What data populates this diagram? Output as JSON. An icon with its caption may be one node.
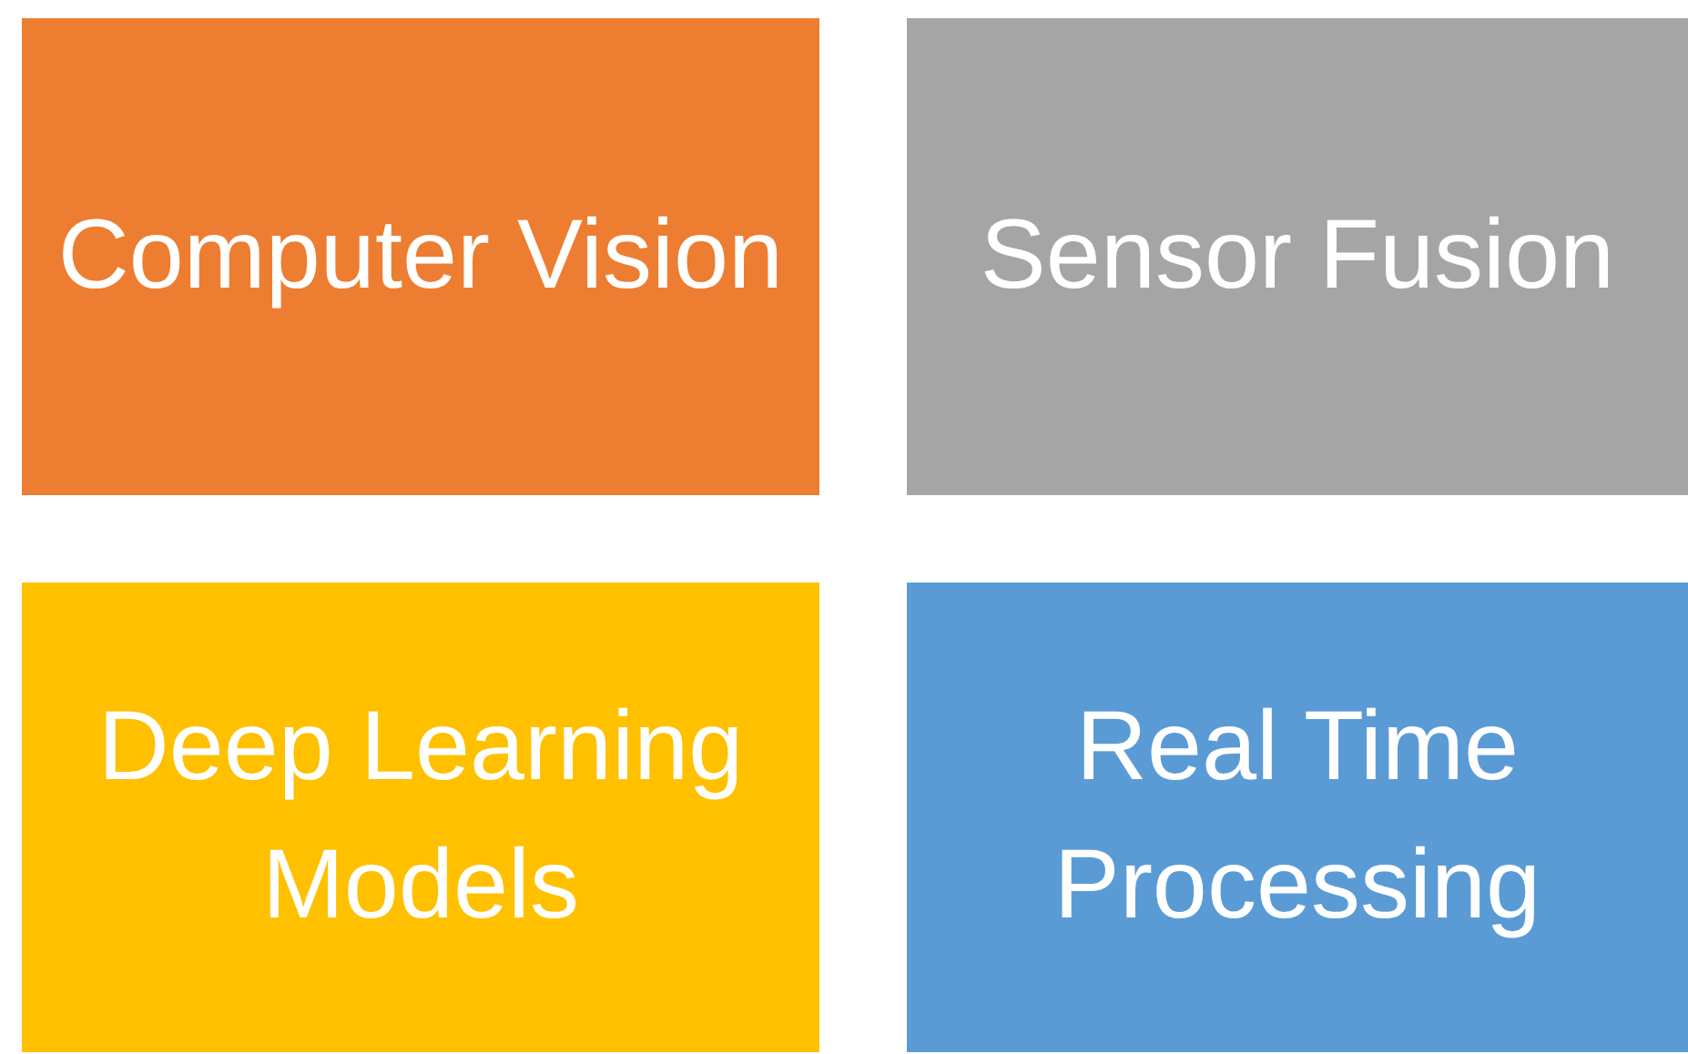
{
  "diagram": {
    "nodes": [
      {
        "text": [
          "Computer Vision"
        ]
      },
      {
        "text": [
          "Sensor Fusion"
        ]
      },
      {
        "text": [
          "Deep Learning Models"
        ]
      },
      {
        "text": [
          "Real Time Processing"
        ]
      }
    ]
  }
}
